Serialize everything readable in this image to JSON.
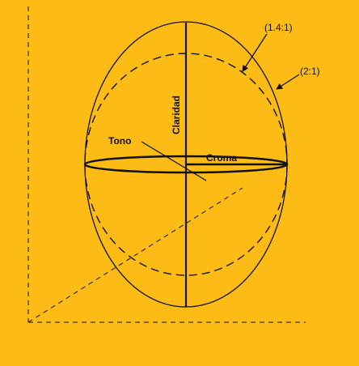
{
  "colors": {
    "background": "#FDBB16",
    "stroke": "#111111"
  },
  "labels": {
    "ratio_outer": "(1.4:1)",
    "ratio_inner": "(2:1)",
    "lightness": "Claridad",
    "hue": "Tono",
    "chroma": "Croma"
  }
}
